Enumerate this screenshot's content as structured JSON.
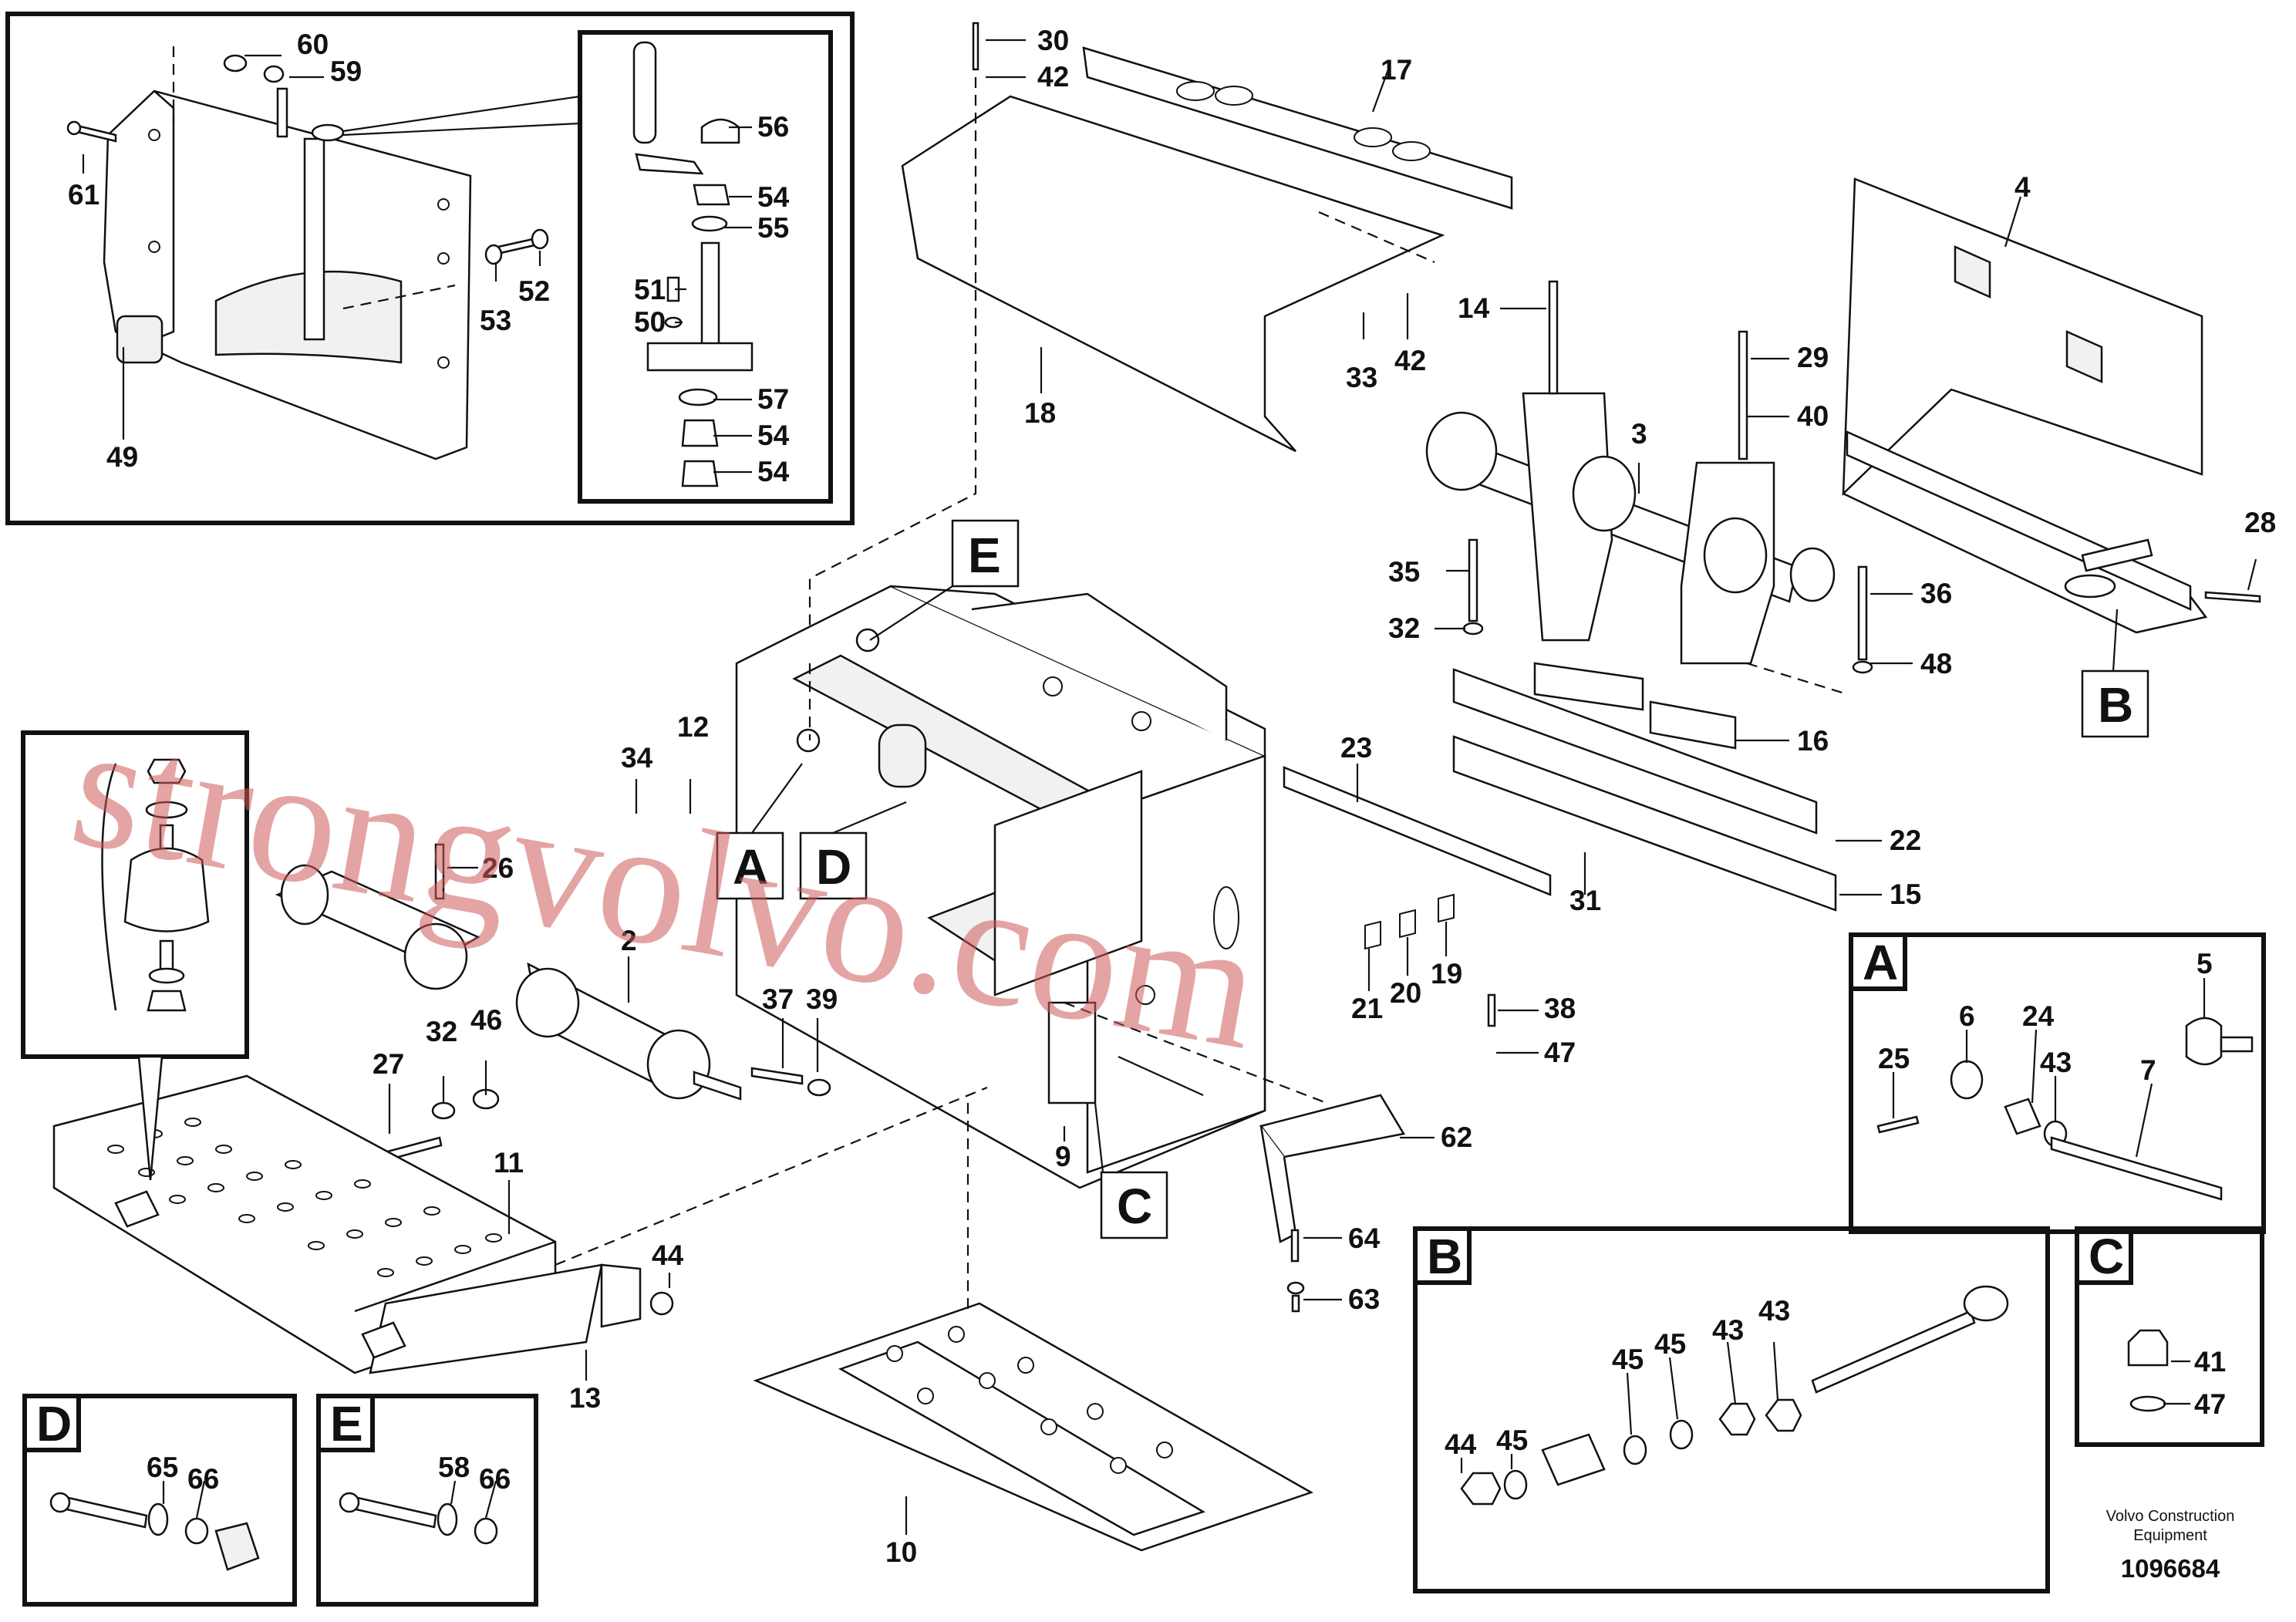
{
  "diagram": {
    "callouts": [
      {
        "id": "c60",
        "label": "60"
      },
      {
        "id": "c59",
        "label": "59"
      },
      {
        "id": "c61",
        "label": "61"
      },
      {
        "id": "c56",
        "label": "56"
      },
      {
        "id": "c54a",
        "label": "54"
      },
      {
        "id": "c55",
        "label": "55"
      },
      {
        "id": "c51",
        "label": "51"
      },
      {
        "id": "c50",
        "label": "50"
      },
      {
        "id": "c57",
        "label": "57"
      },
      {
        "id": "c54b",
        "label": "54"
      },
      {
        "id": "c54c",
        "label": "54"
      },
      {
        "id": "c53",
        "label": "53"
      },
      {
        "id": "c52",
        "label": "52"
      },
      {
        "id": "c49",
        "label": "49"
      },
      {
        "id": "c30",
        "label": "30"
      },
      {
        "id": "c42a",
        "label": "42"
      },
      {
        "id": "c17",
        "label": "17"
      },
      {
        "id": "c33",
        "label": "33"
      },
      {
        "id": "c42b",
        "label": "42"
      },
      {
        "id": "c18",
        "label": "18"
      },
      {
        "id": "c4",
        "label": "4"
      },
      {
        "id": "c14",
        "label": "14"
      },
      {
        "id": "c29",
        "label": "29"
      },
      {
        "id": "c40",
        "label": "40"
      },
      {
        "id": "c3",
        "label": "3"
      },
      {
        "id": "c28",
        "label": "28"
      },
      {
        "id": "c35",
        "label": "35"
      },
      {
        "id": "c36",
        "label": "36"
      },
      {
        "id": "c32a",
        "label": "32"
      },
      {
        "id": "c48",
        "label": "48"
      },
      {
        "id": "c16",
        "label": "16"
      },
      {
        "id": "c22",
        "label": "22"
      },
      {
        "id": "c15",
        "label": "15"
      },
      {
        "id": "c23",
        "label": "23"
      },
      {
        "id": "c31",
        "label": "31"
      },
      {
        "id": "c34",
        "label": "34"
      },
      {
        "id": "c12",
        "label": "12"
      },
      {
        "id": "c26",
        "label": "26"
      },
      {
        "id": "c2",
        "label": "2"
      },
      {
        "id": "c27",
        "label": "27"
      },
      {
        "id": "c32b",
        "label": "32"
      },
      {
        "id": "c46",
        "label": "46"
      },
      {
        "id": "c37",
        "label": "37"
      },
      {
        "id": "c39",
        "label": "39"
      },
      {
        "id": "c9",
        "label": "9"
      },
      {
        "id": "c11",
        "label": "11"
      },
      {
        "id": "c44a",
        "label": "44"
      },
      {
        "id": "c13",
        "label": "13"
      },
      {
        "id": "c10",
        "label": "10"
      },
      {
        "id": "c21",
        "label": "21"
      },
      {
        "id": "c20",
        "label": "20"
      },
      {
        "id": "c19",
        "label": "19"
      },
      {
        "id": "c38",
        "label": "38"
      },
      {
        "id": "c47a",
        "label": "47"
      },
      {
        "id": "c62",
        "label": "62"
      },
      {
        "id": "c64",
        "label": "64"
      },
      {
        "id": "c63",
        "label": "63"
      },
      {
        "id": "cA6",
        "label": "6"
      },
      {
        "id": "cA5",
        "label": "5"
      },
      {
        "id": "cA24",
        "label": "24"
      },
      {
        "id": "cA25",
        "label": "25"
      },
      {
        "id": "cA43",
        "label": "43"
      },
      {
        "id": "cA7",
        "label": "7"
      },
      {
        "id": "cB43a",
        "label": "43"
      },
      {
        "id": "cB43b",
        "label": "43"
      },
      {
        "id": "cB45a",
        "label": "45"
      },
      {
        "id": "cB45b",
        "label": "45"
      },
      {
        "id": "cB45c",
        "label": "45"
      },
      {
        "id": "cB44",
        "label": "44"
      },
      {
        "id": "cC41",
        "label": "41"
      },
      {
        "id": "cC47",
        "label": "47"
      },
      {
        "id": "cD65",
        "label": "65"
      },
      {
        "id": "cD66",
        "label": "66"
      },
      {
        "id": "cE58",
        "label": "58"
      },
      {
        "id": "cE66",
        "label": "66"
      }
    ],
    "view_markers": [
      {
        "id": "E",
        "label": "E"
      },
      {
        "id": "A",
        "label": "A"
      },
      {
        "id": "D",
        "label": "D"
      },
      {
        "id": "C",
        "label": "C"
      },
      {
        "id": "B",
        "label": "B"
      }
    ],
    "detail_boxes": {
      "A": {
        "label": "A"
      },
      "B": {
        "label": "B"
      },
      "C": {
        "label": "C"
      },
      "D": {
        "label": "D"
      },
      "E": {
        "label": "E"
      }
    },
    "footer": {
      "company_line1": "Volvo Construction",
      "company_line2": "Equipment",
      "document_number": "1096684"
    },
    "watermark": "strongvolvo.com"
  }
}
